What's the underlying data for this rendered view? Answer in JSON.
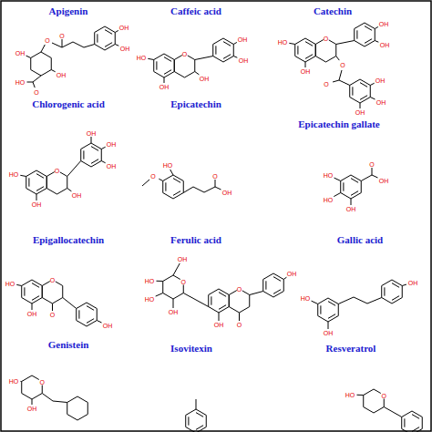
{
  "diagram": {
    "labels": [
      "Apigenin",
      "Caffeic acid",
      "Catechin",
      "Chlorogenic acid",
      "Epicatechin",
      "Epicatechin gallate",
      "Epigallocatechin",
      "Ferulic acid",
      "Gallic acid",
      "Genistein",
      "Isovitexin",
      "Resveratrol",
      "O",
      "O",
      "OH",
      "OH",
      "HO",
      "O",
      "OH",
      "OH",
      "HO",
      "OH",
      "O",
      "OH",
      "OH",
      "OH",
      "HO",
      "O",
      "OH",
      "OH",
      "OH",
      "O",
      "O",
      "OH",
      "OH",
      "OH",
      "HO",
      "O",
      "OH",
      "OH",
      "OH",
      "OH",
      "OH",
      "HO",
      "O",
      "O",
      "OH",
      "HO",
      "HO",
      "OH",
      "O",
      "OH",
      "HO",
      "O",
      "OH",
      "O",
      "OH",
      "OH",
      "O",
      "HO",
      "HO",
      "OH",
      "OH",
      "O",
      "O",
      "OH",
      "HO",
      "OH",
      "OH",
      "O",
      "HO",
      "OH",
      "HO",
      "O"
    ]
  }
}
